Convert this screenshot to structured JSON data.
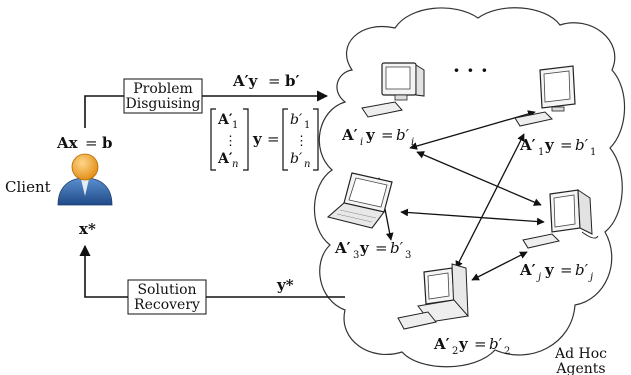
{
  "client": {
    "label": "Client",
    "equation": {
      "lhs": "Ax",
      "rhs": "b"
    },
    "solution": "x*"
  },
  "boxes": {
    "disguise": [
      "Problem",
      "Disguising"
    ],
    "recovery": [
      "Solution",
      "Recovery"
    ]
  },
  "arrows": {
    "top": {
      "lhs": "A′y",
      "rhs": "b′"
    },
    "bottom": "y*"
  },
  "matrix": {
    "left": [
      "A′",
      "⋮",
      "A′"
    ],
    "left_sub": [
      "1",
      "",
      "n"
    ],
    "mid": "y",
    "right": [
      "b′",
      "⋮",
      "b′"
    ],
    "right_sub": [
      "1",
      "",
      "n"
    ]
  },
  "cloud": {
    "ellipsis": "· · ·",
    "caption": [
      "Ad Hoc",
      "Agents"
    ]
  },
  "agents": [
    {
      "name": "agent-i",
      "device": "desktop",
      "lhs": "A′",
      "sub": "i",
      "y": "y",
      "rhs": "b′",
      "rsub": "i"
    },
    {
      "name": "agent-1",
      "device": "imac",
      "lhs": "A′",
      "sub": "1",
      "y": "y",
      "rhs": "b′",
      "rsub": "1"
    },
    {
      "name": "agent-3",
      "device": "laptop",
      "lhs": "A′",
      "sub": "3",
      "y": "y",
      "rhs": "b′",
      "rsub": "3"
    },
    {
      "name": "agent-j",
      "device": "crt",
      "lhs": "A′",
      "sub": "j",
      "y": "y",
      "rhs": "b′",
      "rsub": "j"
    },
    {
      "name": "agent-2",
      "device": "tower",
      "lhs": "A′",
      "sub": "2",
      "y": "y",
      "rhs": "b′",
      "rsub": "2"
    }
  ],
  "colors": {
    "line": "#111111",
    "cloud_stroke": "#333333",
    "person_head": "#f0a020",
    "person_body": "#2f5f9e",
    "device_fill": "#ffffff"
  }
}
